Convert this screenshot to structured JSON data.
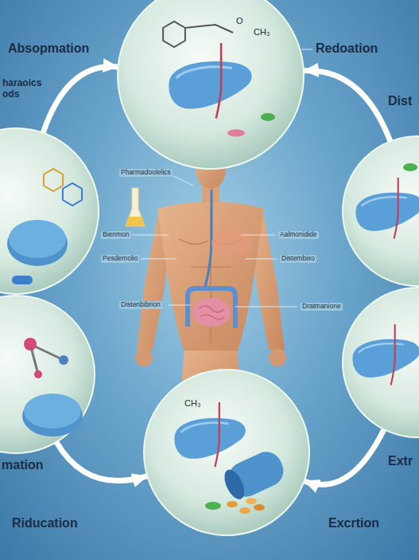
{
  "diagram": {
    "nodes": [
      {
        "text": [
          "Absopmation",
          "haraoics ods"
        ]
      },
      {
        "text": [
          "O",
          "CH₃"
        ]
      },
      {
        "text": [
          "Dist"
        ]
      },
      {
        "text": [
          "mation"
        ]
      },
      {
        "text": [
          "CH₃"
        ]
      },
      {
        "text": [
          "Extr"
        ]
      }
    ],
    "edges": [
      {
        "from": 0,
        "to": 1,
        "arrow": "to"
      },
      {
        "from": 2,
        "to": 1,
        "arrow": "to"
      },
      {
        "from": 3,
        "to": 4,
        "arrow": "to"
      },
      {
        "from": 5,
        "to": 4,
        "arrow": "to"
      }
    ],
    "labels": [
      "Redoation",
      "Pharmadoolelics",
      "Bienmon",
      "Pesdemolio",
      "Distenbibrion",
      "Aalmonidide",
      "Distembixo",
      "Dratmanione",
      "Riducation",
      "Excrtion"
    ]
  }
}
